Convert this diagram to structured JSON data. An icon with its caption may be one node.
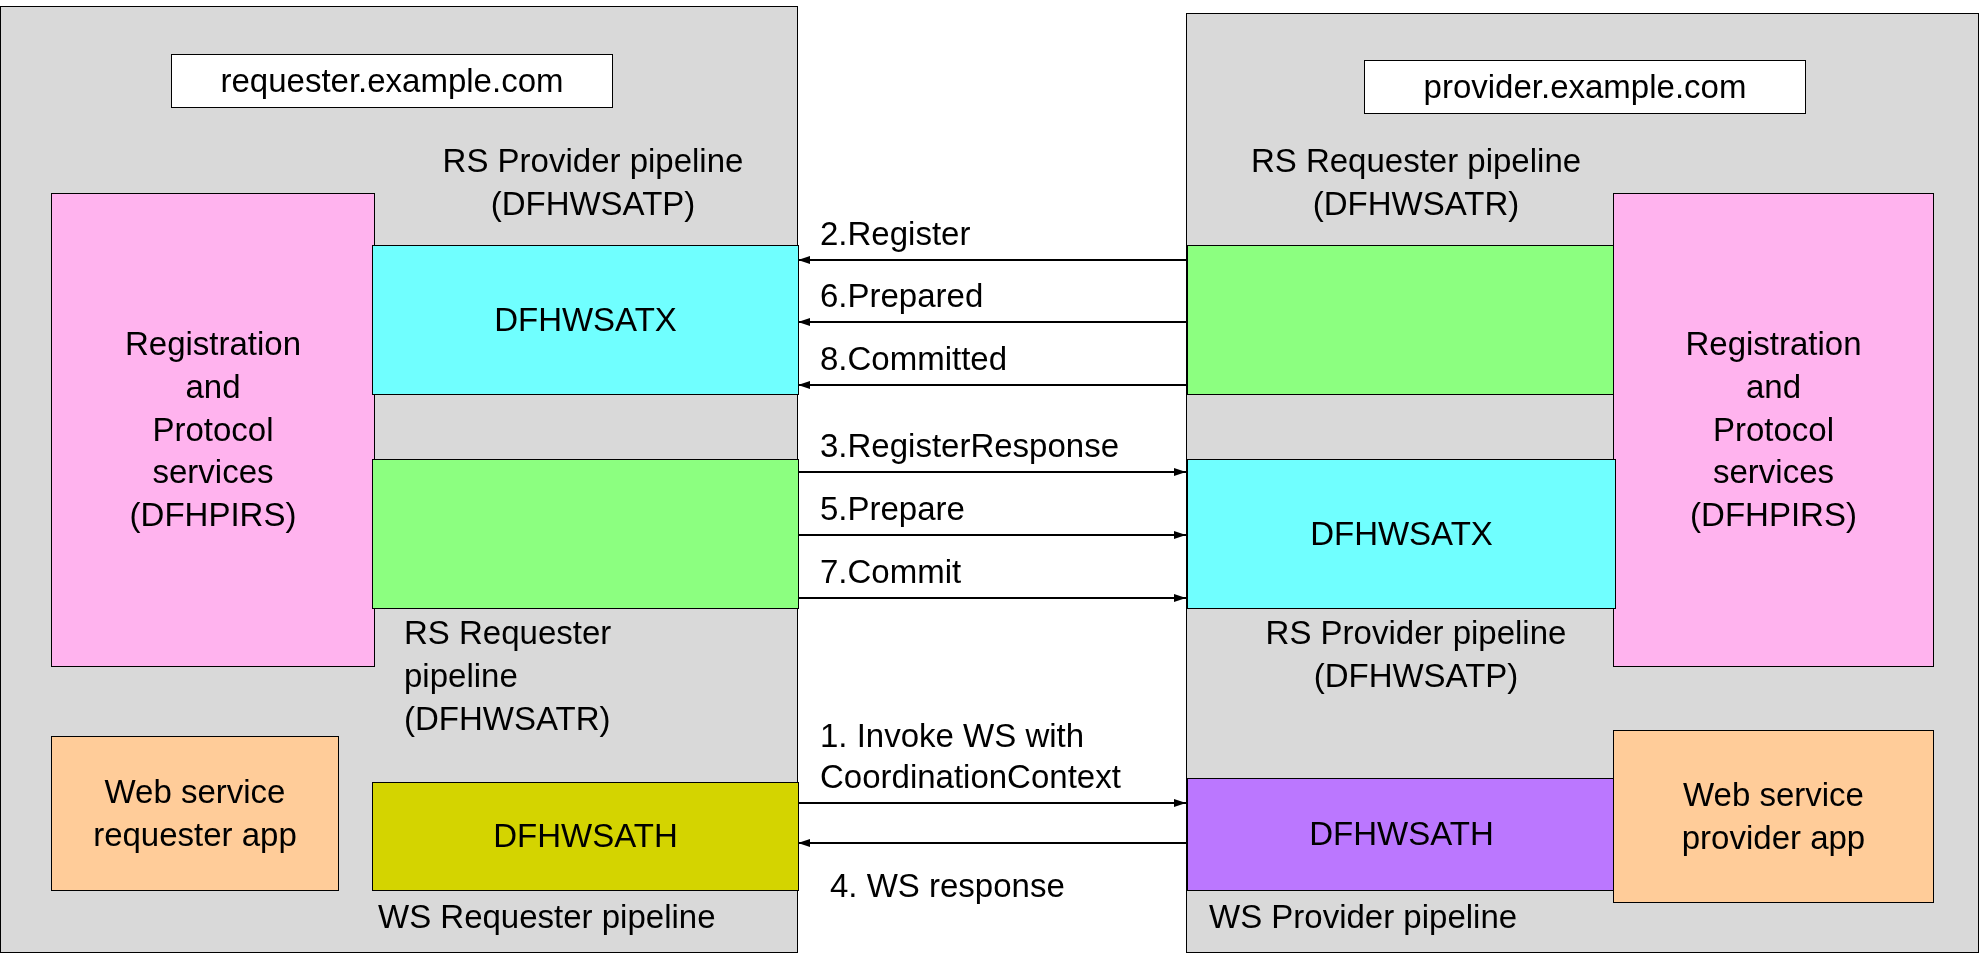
{
  "diagram": {
    "nodes": [
      {
        "text": [],
        "shape": "box"
      },
      {
        "text": [
          "requester.example.com"
        ],
        "in": 0
      },
      {
        "text": [
          "Registration and Protocol services (DFHPIRS)"
        ],
        "in": 0
      },
      {
        "text": [
          "DFHWSATX"
        ],
        "in": 0,
        "beside": [
          "RS Provider pipeline (DFHWSATP)"
        ]
      },
      {
        "text": [],
        "shape": "box",
        "in": 0,
        "beside": [
          "RS Requester pipeline (DFHWSATR)"
        ]
      },
      {
        "text": [
          "Web service requester app"
        ],
        "in": 0
      },
      {
        "text": [
          "DFHWSATH"
        ],
        "in": 0,
        "beside": [
          "WS Requester pipeline"
        ]
      },
      {
        "text": [],
        "shape": "box"
      },
      {
        "text": [
          "provider.example.com"
        ],
        "in": 7
      },
      {
        "text": [],
        "shape": "box",
        "in": 7,
        "beside": [
          "RS Requester pipeline (DFHWSATR)"
        ]
      },
      {
        "text": [
          "Registration and Protocol services (DFHPIRS)"
        ],
        "in": 7
      },
      {
        "text": [
          "DFHWSATX"
        ],
        "in": 7,
        "beside": [
          "RS Provider pipeline (DFHWSATP)"
        ]
      },
      {
        "text": [
          "DFHWSATH"
        ],
        "in": 7,
        "beside": [
          "WS Provider pipeline"
        ]
      },
      {
        "text": [
          "Web service provider app"
        ],
        "in": 7
      }
    ],
    "edges": [
      {
        "from": 9,
        "to": 3,
        "arrow": "to",
        "label": "2.Register"
      },
      {
        "from": 9,
        "to": 3,
        "arrow": "to",
        "label": "6.Prepared"
      },
      {
        "from": 9,
        "to": 3,
        "arrow": "to",
        "label": "8.Committed"
      },
      {
        "from": 4,
        "to": 11,
        "arrow": "to",
        "label": "3.RegisterResponse"
      },
      {
        "from": 4,
        "to": 11,
        "arrow": "to",
        "label": "5.Prepare"
      },
      {
        "from": 4,
        "to": 11,
        "arrow": "to",
        "label": "7.Commit"
      },
      {
        "from": 6,
        "to": 12,
        "arrow": "to",
        "label": "1. Invoke WS with CoordinationContext"
      },
      {
        "from": 12,
        "to": 6,
        "arrow": "to",
        "label": "4. WS response"
      }
    ]
  }
}
